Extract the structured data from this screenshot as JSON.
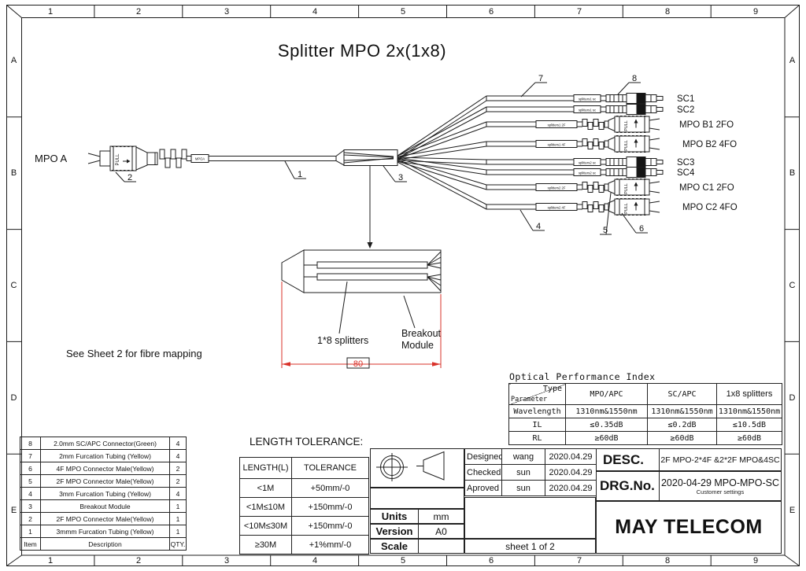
{
  "zones": {
    "cols": [
      "1",
      "2",
      "3",
      "4",
      "5",
      "6",
      "7",
      "8",
      "9"
    ],
    "rows": [
      "A",
      "B",
      "C",
      "D",
      "E"
    ]
  },
  "title": "Splitter MPO 2x(1x8)",
  "note": "See Sheet 2 for fibre mapping",
  "colors": {
    "line": "#1c1c1c",
    "dimension_red": "#d9322a"
  },
  "diagram": {
    "mpo_a_label": "MPO A",
    "pull": "PULL",
    "cable_tag": "MPOA",
    "callouts": [
      "1",
      "2",
      "3",
      "4",
      "5",
      "6",
      "7",
      "8"
    ],
    "branches": [
      {
        "tube_label": "splitters1 sc",
        "name": "SC1"
      },
      {
        "tube_label": "splitters1 sc",
        "name": "SC2"
      },
      {
        "tube_label": "splitters1 2F",
        "name": "MPO B1 2FO"
      },
      {
        "tube_label": "splitters1 4F",
        "name": "MPO B2 4FO"
      },
      {
        "tube_label": "splitters2 sc",
        "name": "SC3"
      },
      {
        "tube_label": "splitters2 sc",
        "name": "SC4"
      },
      {
        "tube_label": "splitters2 2F",
        "name": "MPO C1 2FO"
      },
      {
        "tube_label": "splitters2 4F",
        "name": "MPO C2 4FO"
      }
    ],
    "detail": {
      "splitters": "1*8 splitters",
      "module_line1": "Breakout",
      "module_line2": "Module",
      "dimension": "80"
    }
  },
  "optical_table": {
    "title": "Optical Performance Index",
    "corner": {
      "type": "Type",
      "parameter": "Parameter"
    },
    "columns": [
      "MPO/APC",
      "SC/APC",
      "1x8 splitters"
    ],
    "rows": [
      {
        "label": "Wavelength",
        "values": [
          "1310nm&1550nm",
          "1310nm&1550nm",
          "1310nm&1550nm"
        ]
      },
      {
        "label": "IL",
        "values": [
          "≤0.35dB",
          "≤0.2dB",
          "≤10.5dB"
        ]
      },
      {
        "label": "RL",
        "values": [
          "≥60dB",
          "≥60dB",
          "≥60dB"
        ]
      }
    ]
  },
  "parts_table": {
    "headers": {
      "item": "Item",
      "description": "Description",
      "qty": "QTY."
    },
    "rows": [
      {
        "item": "8",
        "description": "2.0mm SC/APC Connector(Green)",
        "qty": "4"
      },
      {
        "item": "7",
        "description": "2mm Furcation Tubing (Yellow)",
        "qty": "4"
      },
      {
        "item": "6",
        "description": "4F MPO Connector Male(Yellow)",
        "qty": "2"
      },
      {
        "item": "5",
        "description": "2F MPO Connector Male(Yellow)",
        "qty": "2"
      },
      {
        "item": "4",
        "description": "3mm Furcation Tubing (Yellow)",
        "qty": "4"
      },
      {
        "item": "3",
        "description": "Breakout Module",
        "qty": "1"
      },
      {
        "item": "2",
        "description": "2F MPO Connector Male(Yellow)",
        "qty": "1"
      },
      {
        "item": "1",
        "description": "3mmm Furcation Tubing (Yellow)",
        "qty": "1"
      }
    ]
  },
  "length_tolerance": {
    "title": "LENGTH TOLERANCE:",
    "headers": {
      "length": "LENGTH(L)",
      "tolerance": "TOLERANCE"
    },
    "rows": [
      {
        "length": "<1M",
        "tolerance": "+50mm/-0"
      },
      {
        "length": "<1M≤10M",
        "tolerance": "+150mm/-0"
      },
      {
        "length": "<10M≤30M",
        "tolerance": "+150mm/-0"
      },
      {
        "length": "≥30M",
        "tolerance": "+1%mm/-0"
      }
    ]
  },
  "title_block": {
    "approvals": [
      {
        "role": "Designed",
        "name": "wang",
        "date": "2020.04.29"
      },
      {
        "role": "Checked",
        "name": "sun",
        "date": "2020.04.29"
      },
      {
        "role": "Aproved",
        "name": "sun",
        "date": "2020.04.29"
      }
    ],
    "desc_label": "DESC.",
    "desc_value": "2F MPO-2*4F &2*2F MPO&4SC",
    "drg_label": "DRG.No.",
    "drg_value": "2020-04-29  MPO-MPO-SC",
    "drg_sub": "Customer settings",
    "company": "MAY TELECOM",
    "units_label": "Units",
    "units_value": "mm",
    "version_label": "Version",
    "version_value": "A0",
    "scale_label": "Scale",
    "scale_value": "",
    "sheet": "sheet 1  of  2"
  }
}
